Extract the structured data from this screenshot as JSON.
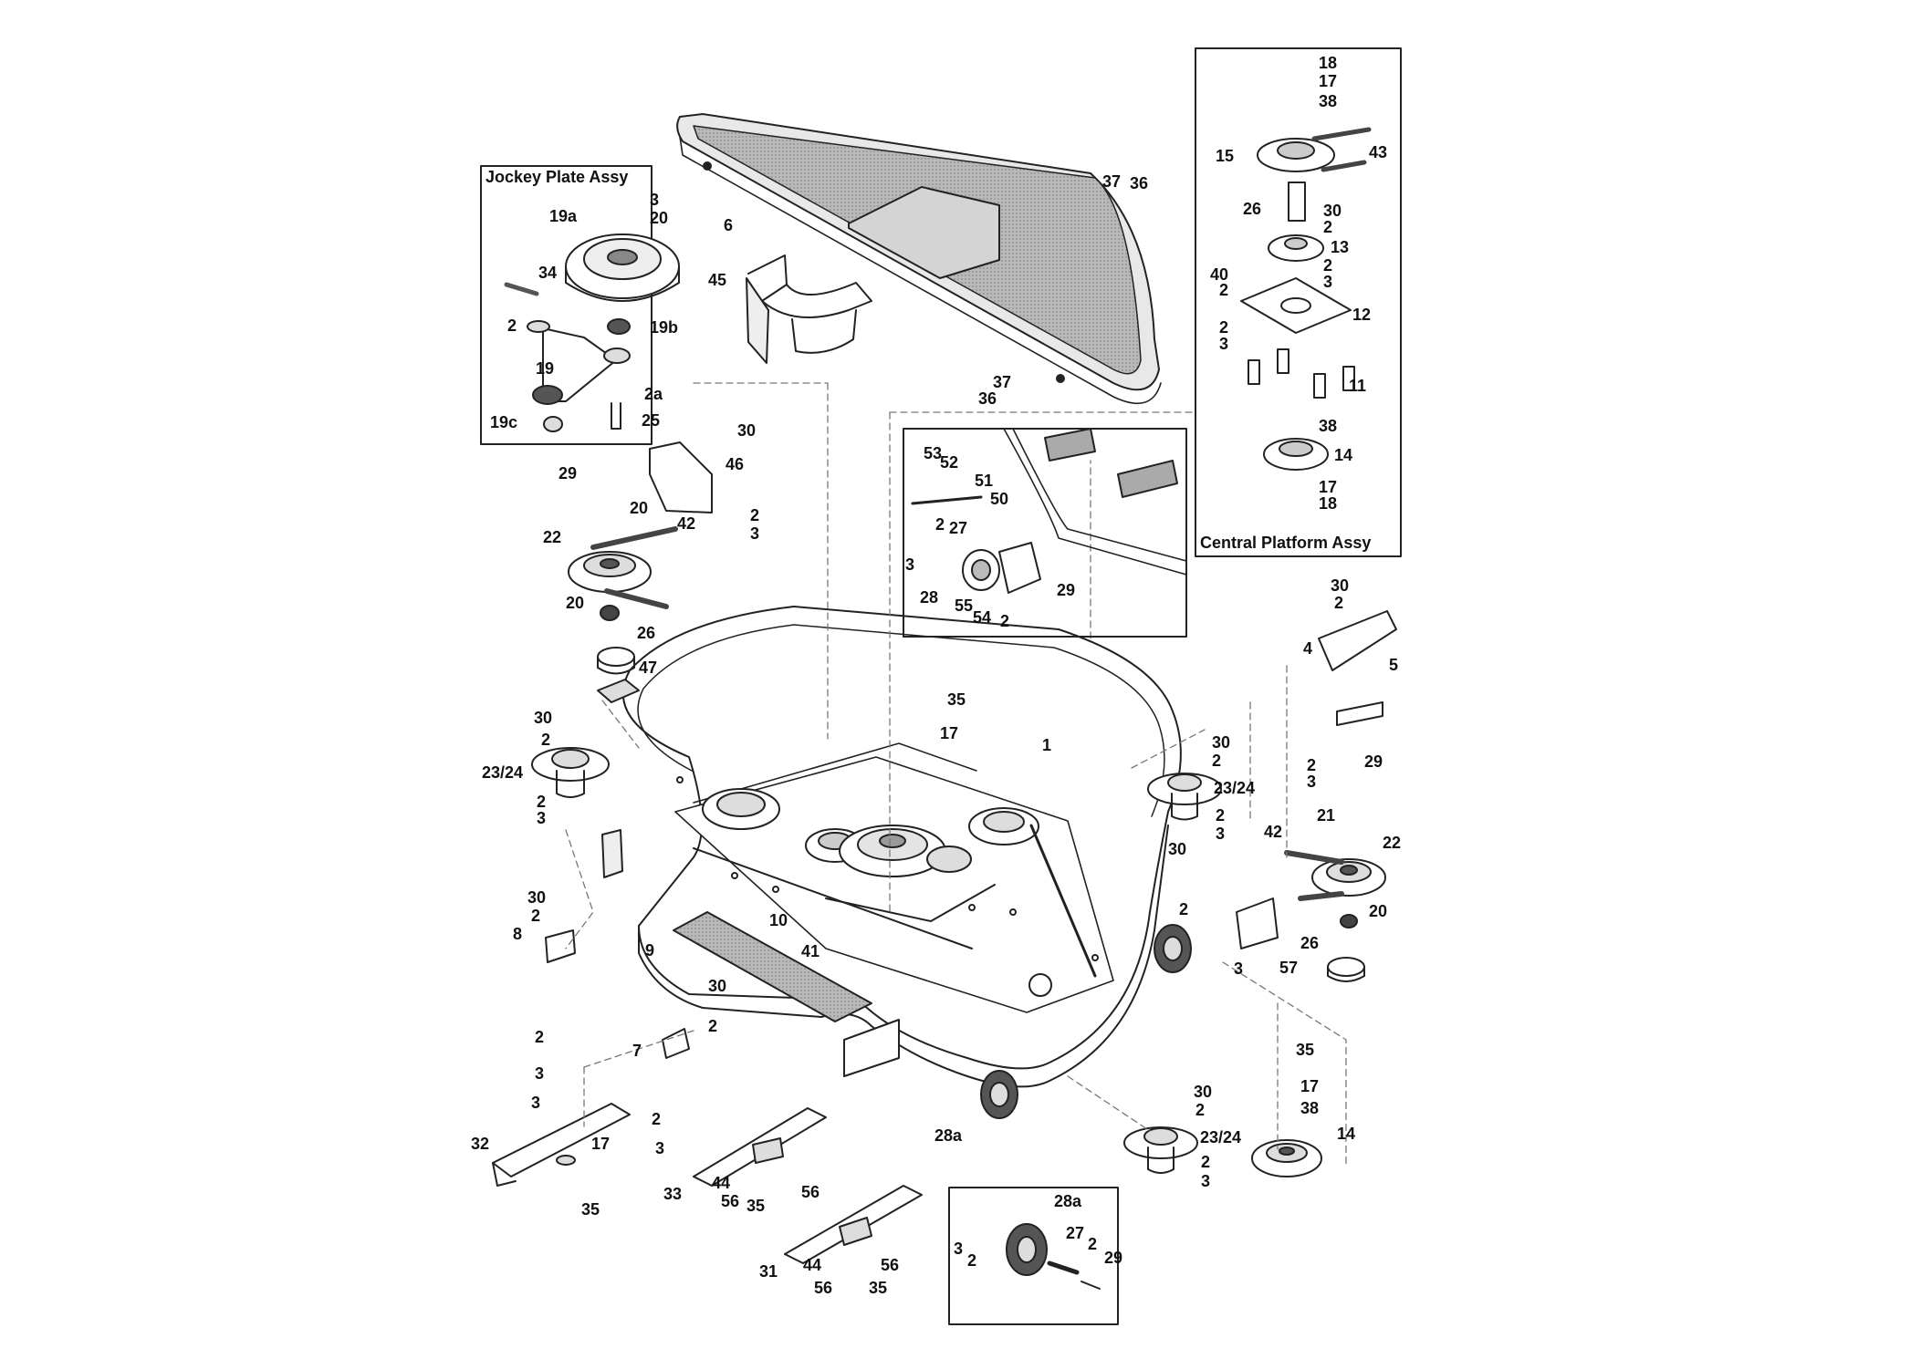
{
  "diagram": {
    "boxes": {
      "jockey_plate": "Jockey Plate Assy",
      "central_platform": "Central Platform Assy"
    },
    "callouts": [
      {
        "id": "c1",
        "text": "3"
      },
      {
        "id": "c2",
        "text": "20"
      },
      {
        "id": "c3",
        "text": "19a"
      },
      {
        "id": "c4",
        "text": "34"
      },
      {
        "id": "c5",
        "text": "2"
      },
      {
        "id": "c6",
        "text": "19b"
      },
      {
        "id": "c7",
        "text": "19"
      },
      {
        "id": "c8",
        "text": "2a"
      },
      {
        "id": "c9",
        "text": "19c"
      },
      {
        "id": "c10",
        "text": "25"
      },
      {
        "id": "c11",
        "text": "6"
      },
      {
        "id": "c12",
        "text": "45"
      },
      {
        "id": "c13",
        "text": "37"
      },
      {
        "id": "c14",
        "text": "36"
      },
      {
        "id": "c15",
        "text": "37"
      },
      {
        "id": "c16",
        "text": "36"
      },
      {
        "id": "c17",
        "text": "18"
      },
      {
        "id": "c18",
        "text": "17"
      },
      {
        "id": "c19",
        "text": "38"
      },
      {
        "id": "c20",
        "text": "15"
      },
      {
        "id": "c21",
        "text": "43"
      },
      {
        "id": "c22",
        "text": "26"
      },
      {
        "id": "c23",
        "text": "30"
      },
      {
        "id": "c24",
        "text": "2"
      },
      {
        "id": "c25",
        "text": "13"
      },
      {
        "id": "c26",
        "text": "40"
      },
      {
        "id": "c27",
        "text": "2"
      },
      {
        "id": "c28",
        "text": "2"
      },
      {
        "id": "c29",
        "text": "3"
      },
      {
        "id": "c30",
        "text": "12"
      },
      {
        "id": "c31",
        "text": "2"
      },
      {
        "id": "c32",
        "text": "3"
      },
      {
        "id": "c33",
        "text": "11"
      },
      {
        "id": "c34",
        "text": "38"
      },
      {
        "id": "c35",
        "text": "14"
      },
      {
        "id": "c36",
        "text": "17"
      },
      {
        "id": "c37",
        "text": "18"
      },
      {
        "id": "c38",
        "text": "30"
      },
      {
        "id": "c39",
        "text": "29"
      },
      {
        "id": "c40",
        "text": "46"
      },
      {
        "id": "c41",
        "text": "20"
      },
      {
        "id": "c42",
        "text": "2"
      },
      {
        "id": "c43",
        "text": "3"
      },
      {
        "id": "c44",
        "text": "42"
      },
      {
        "id": "c45",
        "text": "22"
      },
      {
        "id": "c46",
        "text": "20"
      },
      {
        "id": "c47",
        "text": "26"
      },
      {
        "id": "c48",
        "text": "47"
      },
      {
        "id": "c49",
        "text": "53"
      },
      {
        "id": "c50",
        "text": "52"
      },
      {
        "id": "c51",
        "text": "51"
      },
      {
        "id": "c52",
        "text": "50"
      },
      {
        "id": "c53",
        "text": "2"
      },
      {
        "id": "c54",
        "text": "27"
      },
      {
        "id": "c55",
        "text": "3"
      },
      {
        "id": "c56",
        "text": "28"
      },
      {
        "id": "c57",
        "text": "55"
      },
      {
        "id": "c58",
        "text": "54"
      },
      {
        "id": "c59",
        "text": "2"
      },
      {
        "id": "c60",
        "text": "29"
      },
      {
        "id": "c61",
        "text": "30"
      },
      {
        "id": "c62",
        "text": "2"
      },
      {
        "id": "c63",
        "text": "4"
      },
      {
        "id": "c64",
        "text": "5"
      },
      {
        "id": "c65",
        "text": "35"
      },
      {
        "id": "c66",
        "text": "17"
      },
      {
        "id": "c67",
        "text": "1"
      },
      {
        "id": "c68",
        "text": "30"
      },
      {
        "id": "c69",
        "text": "2"
      },
      {
        "id": "c70",
        "text": "23/24"
      },
      {
        "id": "c71",
        "text": "2"
      },
      {
        "id": "c72",
        "text": "3"
      },
      {
        "id": "c73",
        "text": "2"
      },
      {
        "id": "c74",
        "text": "3"
      },
      {
        "id": "c75",
        "text": "29"
      },
      {
        "id": "c76",
        "text": "30"
      },
      {
        "id": "c77",
        "text": "2"
      },
      {
        "id": "c78",
        "text": "23/24"
      },
      {
        "id": "c79",
        "text": "2"
      },
      {
        "id": "c80",
        "text": "3"
      },
      {
        "id": "c81",
        "text": "21"
      },
      {
        "id": "c82",
        "text": "42"
      },
      {
        "id": "c83",
        "text": "22"
      },
      {
        "id": "c84",
        "text": "30"
      },
      {
        "id": "c85",
        "text": "2"
      },
      {
        "id": "c86",
        "text": "20"
      },
      {
        "id": "c87",
        "text": "26"
      },
      {
        "id": "c88",
        "text": "57"
      },
      {
        "id": "c89",
        "text": "3"
      },
      {
        "id": "c90",
        "text": "30"
      },
      {
        "id": "c91",
        "text": "2"
      },
      {
        "id": "c92",
        "text": "8"
      },
      {
        "id": "c93",
        "text": "10"
      },
      {
        "id": "c94",
        "text": "9"
      },
      {
        "id": "c95",
        "text": "41"
      },
      {
        "id": "c96",
        "text": "30"
      },
      {
        "id": "c97",
        "text": "2"
      },
      {
        "id": "c98",
        "text": "2"
      },
      {
        "id": "c99",
        "text": "7"
      },
      {
        "id": "c100",
        "text": "3"
      },
      {
        "id": "c101",
        "text": "3"
      },
      {
        "id": "c102",
        "text": "2"
      },
      {
        "id": "c103",
        "text": "3"
      },
      {
        "id": "c104",
        "text": "32"
      },
      {
        "id": "c105",
        "text": "17"
      },
      {
        "id": "c106",
        "text": "35"
      },
      {
        "id": "c107",
        "text": "33"
      },
      {
        "id": "c108",
        "text": "44"
      },
      {
        "id": "c109",
        "text": "56"
      },
      {
        "id": "c110",
        "text": "35"
      },
      {
        "id": "c111",
        "text": "56"
      },
      {
        "id": "c112",
        "text": "28a"
      },
      {
        "id": "c113",
        "text": "30"
      },
      {
        "id": "c114",
        "text": "2"
      },
      {
        "id": "c115",
        "text": "23/24"
      },
      {
        "id": "c116",
        "text": "2"
      },
      {
        "id": "c117",
        "text": "3"
      },
      {
        "id": "c118",
        "text": "35"
      },
      {
        "id": "c119",
        "text": "17"
      },
      {
        "id": "c120",
        "text": "38"
      },
      {
        "id": "c121",
        "text": "14"
      },
      {
        "id": "c122",
        "text": "31"
      },
      {
        "id": "c123",
        "text": "44"
      },
      {
        "id": "c124",
        "text": "56"
      },
      {
        "id": "c125",
        "text": "56"
      },
      {
        "id": "c126",
        "text": "35"
      },
      {
        "id": "c127",
        "text": "28a"
      },
      {
        "id": "c128",
        "text": "3"
      },
      {
        "id": "c129",
        "text": "2"
      },
      {
        "id": "c130",
        "text": "27"
      },
      {
        "id": "c131",
        "text": "2"
      },
      {
        "id": "c132",
        "text": "29"
      }
    ]
  }
}
